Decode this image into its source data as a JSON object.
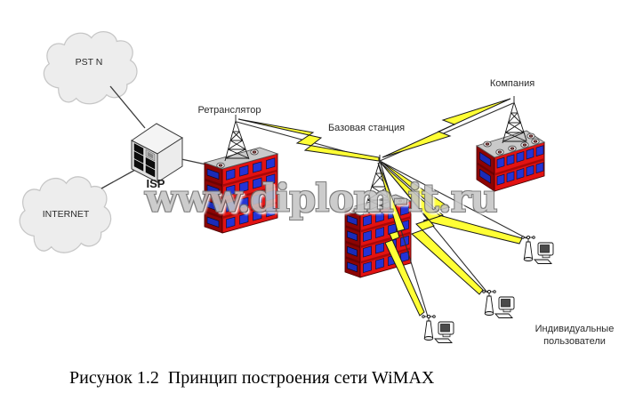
{
  "diagram": {
    "caption": "Рисунок 1.2  Принцип построения сети WiMAX",
    "watermark": "www.diplom-it.ru",
    "nodes": {
      "pstn_cloud": "PST N",
      "internet_cloud": "INTERNET",
      "isp": "ISP",
      "repeater": "Ретранслятор",
      "base_station": "Базовая станция",
      "company": "Компания",
      "individual_users_line1": "Индивидуальные",
      "individual_users_line2": "пользователи"
    },
    "colors": {
      "building_red": "#e21212",
      "building_side_red": "#8d0404",
      "window_blue": "#2433d6",
      "lightning_yellow": "#ffff35",
      "cloud_gray": "#ededed",
      "roof_gray": "#c9c9c9",
      "watermark_gray": "#c6c6c6"
    }
  }
}
